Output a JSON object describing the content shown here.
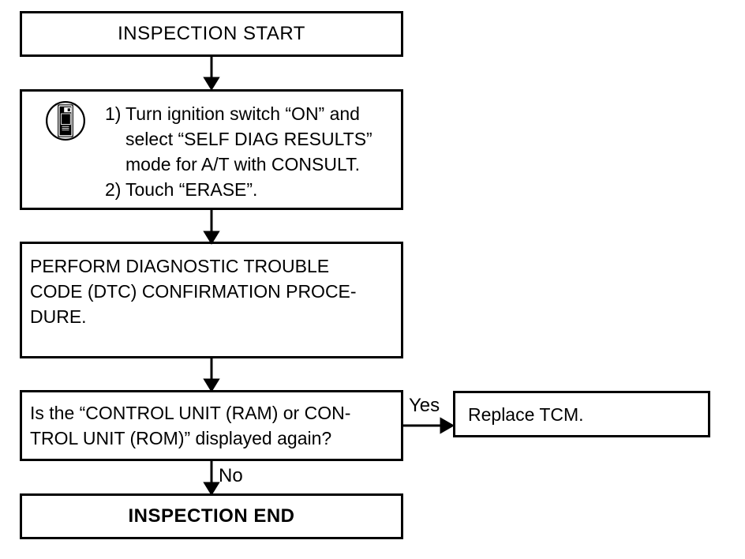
{
  "flowchart": {
    "start_box": {
      "label": "INSPECTION START"
    },
    "consult_box": {
      "step1_number": "1)",
      "step1_lines": [
        "Turn ignition switch “ON” and",
        "select “SELF DIAG RESULTS”",
        "mode for A/T with CONSULT."
      ],
      "step2_number": "2)",
      "step2_text": "Touch “ERASE”."
    },
    "dtc_box": {
      "lines": [
        "PERFORM DIAGNOSTIC TROUBLE",
        "CODE (DTC) CONFIRMATION PROCE-",
        "DURE."
      ]
    },
    "question_box": {
      "lines": [
        "Is the “CONTROL UNIT (RAM) or CON-",
        "TROL UNIT (ROM)” displayed again?"
      ]
    },
    "yes_label": "Yes",
    "no_label": "No",
    "replace_box": {
      "label": "Replace TCM."
    },
    "end_box": {
      "label": "INSPECTION END"
    },
    "icons": {
      "consult": "consult-handheld-tester"
    },
    "colors": {
      "ink": "#000000",
      "background": "#ffffff"
    }
  }
}
